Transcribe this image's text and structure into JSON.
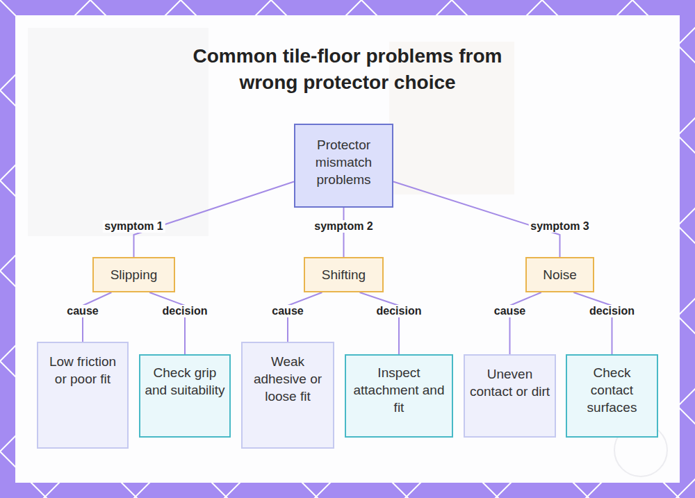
{
  "diagram": {
    "title": "Common tile-floor problems from wrong protector choice",
    "nodes": [
      {
        "text": [
          "Protector mismatch problems"
        ]
      },
      {
        "text": [
          "Slipping"
        ]
      },
      {
        "text": [
          "Shifting"
        ]
      },
      {
        "text": [
          "Noise"
        ]
      },
      {
        "text": [
          "Low friction or poor fit"
        ]
      },
      {
        "text": [
          "Check grip and suitability"
        ]
      },
      {
        "text": [
          "Weak adhesive or loose fit"
        ]
      },
      {
        "text": [
          "Inspect attachment and fit"
        ]
      },
      {
        "text": [
          "Uneven contact or dirt"
        ]
      },
      {
        "text": [
          "Check contact surfaces"
        ]
      }
    ],
    "edges": [
      {
        "from": 0,
        "to": 1,
        "label": "symptom 1",
        "arrow": "none"
      },
      {
        "from": 0,
        "to": 2,
        "label": "symptom 2",
        "arrow": "none"
      },
      {
        "from": 0,
        "to": 3,
        "label": "symptom 3",
        "arrow": "none"
      },
      {
        "from": 1,
        "to": 4,
        "label": "cause",
        "arrow": "none"
      },
      {
        "from": 1,
        "to": 5,
        "label": "decision",
        "arrow": "none"
      },
      {
        "from": 2,
        "to": 6,
        "label": "cause",
        "arrow": "none"
      },
      {
        "from": 2,
        "to": 7,
        "label": "decision",
        "arrow": "none"
      },
      {
        "from": 3,
        "to": 8,
        "label": "cause",
        "arrow": "none"
      },
      {
        "from": 3,
        "to": 9,
        "label": "decision",
        "arrow": "none"
      }
    ]
  }
}
